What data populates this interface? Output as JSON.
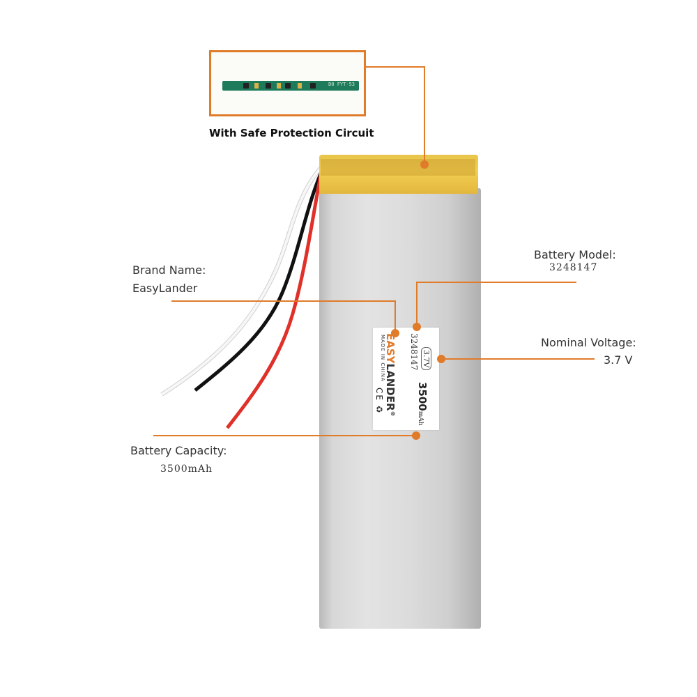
{
  "pcb": {
    "caption": "With Safe Protection Circuit",
    "board_text": "D8 FYT-53"
  },
  "callouts": {
    "brand": {
      "title": "Brand Name:",
      "value": "EasyLander"
    },
    "model": {
      "title": "Battery Model:",
      "value": "3248147"
    },
    "voltage": {
      "title": "Nominal Voltage:",
      "value": "3.7 V"
    },
    "capacity": {
      "title": "Battery  Capacity:",
      "value": "3500mAh"
    }
  },
  "label": {
    "brand_easy": "EASY",
    "brand_lander": "LANDER",
    "registered": "®",
    "made_in": "MADE IN CHINA",
    "model": "3248147",
    "voltage": "3.7V",
    "capacity": "3500",
    "capacity_unit": "mAh",
    "icons": "CE ♻"
  },
  "colors": {
    "accent": "#e07b2a",
    "wire_red": "#e0302a",
    "wire_black": "#111111",
    "wire_white": "#f2f2f2"
  }
}
